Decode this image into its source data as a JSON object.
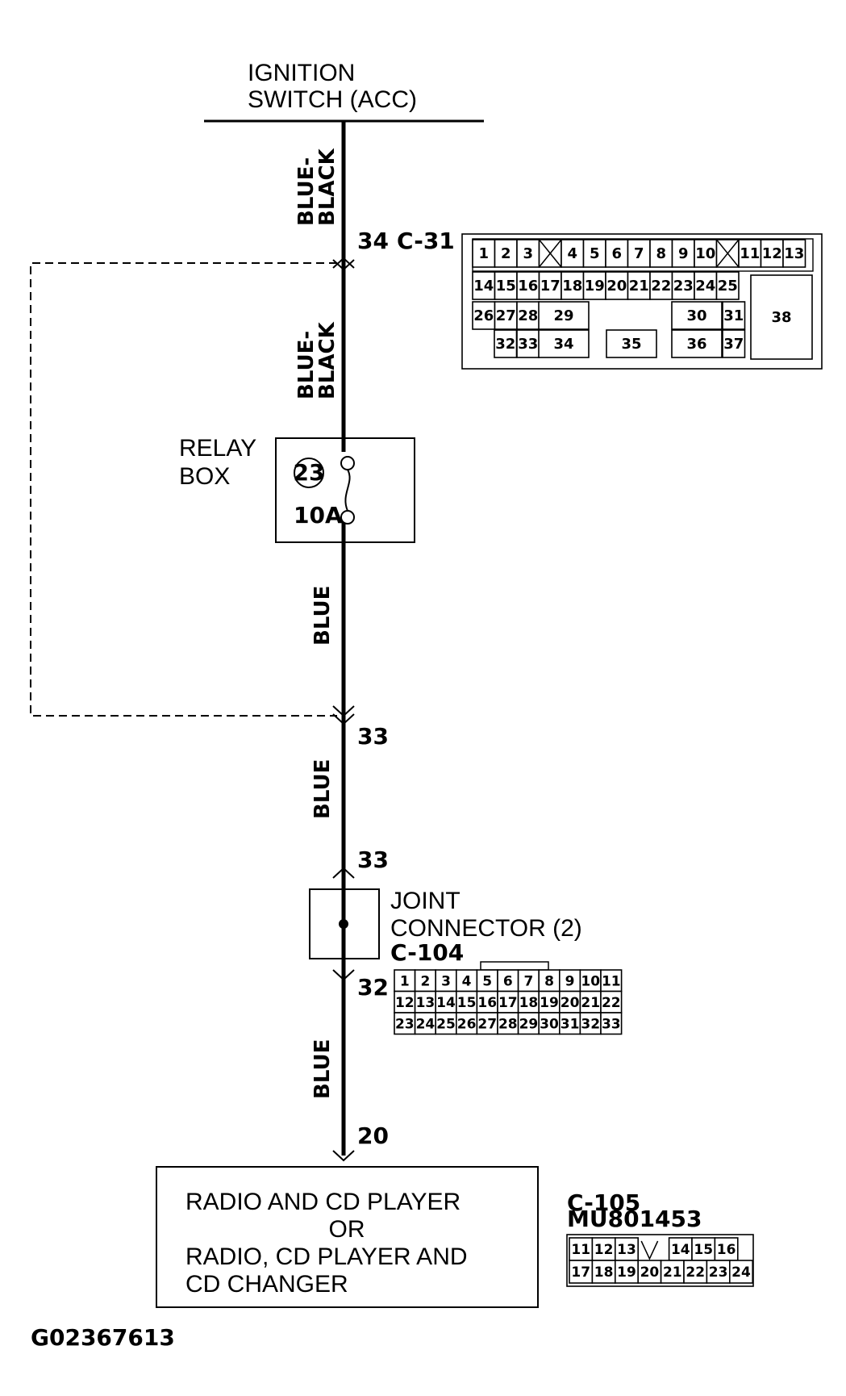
{
  "top": {
    "line1": "IGNITION",
    "line2": "SWITCH (ACC)"
  },
  "wire_colors": {
    "blue_black": "BLUE-BLACK",
    "blue_black_line1": "BLUE-",
    "blue_black_line2": "BLACK",
    "blue": "BLUE"
  },
  "connector_c31": {
    "label": "C-31",
    "pin_top": "34",
    "pin_bottom": "33",
    "row1": [
      "1",
      "2",
      "3",
      "4",
      "5",
      "6",
      "7",
      "8",
      "9",
      "10",
      "11",
      "12",
      "13"
    ],
    "row2": [
      "14",
      "15",
      "16",
      "17",
      "18",
      "19",
      "20",
      "21",
      "22",
      "23",
      "24",
      "25"
    ],
    "row3": [
      "26",
      "27",
      "28",
      "29",
      "30",
      "31",
      "38"
    ],
    "row4": [
      "32",
      "33",
      "34",
      "35",
      "36",
      "37"
    ]
  },
  "relay_box": {
    "line1": "RELAY",
    "line2": "BOX",
    "fuse_number": "23",
    "fuse_rating": "10A"
  },
  "joint_connector": {
    "line1": "JOINT",
    "line2": "CONNECTOR (2)",
    "label": "C-104",
    "pin_in": "33",
    "pin_out": "32",
    "row1": [
      "1",
      "2",
      "3",
      "4",
      "5",
      "6",
      "7",
      "8",
      "9",
      "10",
      "11"
    ],
    "row2": [
      "12",
      "13",
      "14",
      "15",
      "16",
      "17",
      "18",
      "19",
      "20",
      "21",
      "22"
    ],
    "row3": [
      "23",
      "24",
      "25",
      "26",
      "27",
      "28",
      "29",
      "30",
      "31",
      "32",
      "33"
    ]
  },
  "radio": {
    "pin": "20",
    "line1": "RADIO AND CD PLAYER",
    "line2": "OR",
    "line3": "RADIO, CD PLAYER AND",
    "line4": "CD CHANGER"
  },
  "connector_c105": {
    "label": "C-105",
    "part": "MU801453",
    "row1": [
      "11",
      "12",
      "13",
      "14",
      "15",
      "16"
    ],
    "row2": [
      "17",
      "18",
      "19",
      "20",
      "21",
      "22",
      "23",
      "24"
    ]
  },
  "figure_id": "G02367613"
}
